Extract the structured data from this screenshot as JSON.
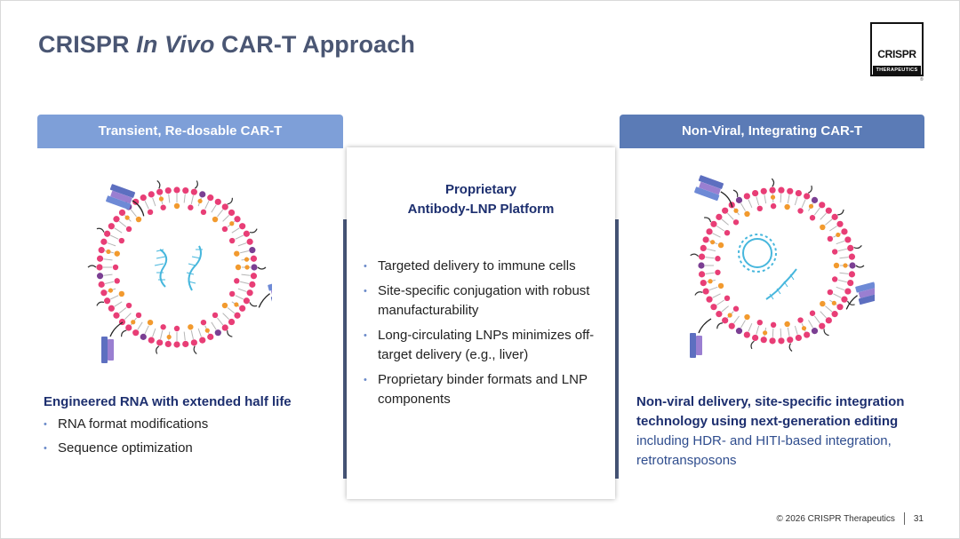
{
  "slide": {
    "title_pre": "CRISPR ",
    "title_italic": "In Vivo",
    "title_post": " CAR-T Approach"
  },
  "logo": {
    "line1": "CRISPR",
    "line2": "THERAPEUTICS",
    "mark": "®"
  },
  "left": {
    "tab": "Transient, Re-dosable CAR-T",
    "heading": "Engineered RNA with extended half life",
    "bullets": [
      "RNA format modifications",
      "Sequence optimization"
    ]
  },
  "center": {
    "title_line1": "Proprietary",
    "title_line2": "Antibody-LNP Platform",
    "bullets": [
      "Targeted delivery to immune cells",
      "Site-specific conjugation with robust manufacturability",
      "Long-circulating LNPs minimizes off-target delivery (e.g., liver)",
      "Proprietary binder formats and LNP components"
    ]
  },
  "right": {
    "tab": "Non-Viral, Integrating CAR-T",
    "heading": "Non-viral delivery, site-specific integration technology using next-generation editing",
    "sub": "including HDR- and HITI-based integration, retrotransposons"
  },
  "footer": {
    "copyright": "© 2026 CRISPR Therapeutics",
    "page": "31"
  },
  "colors": {
    "title": "#4a5673",
    "tab_left": "#7e9fd8",
    "tab_right": "#5b7bb6",
    "heading_navy": "#1d2f6f",
    "lipid_pink": "#e83e76",
    "lipid_orange": "#f29a2e",
    "lipid_purple": "#7b3f93",
    "rna_blue": "#47b7dd"
  },
  "icons": {
    "left_graphic": "lnp-rna-particle-icon",
    "right_graphic": "lnp-dna-particle-icon"
  }
}
